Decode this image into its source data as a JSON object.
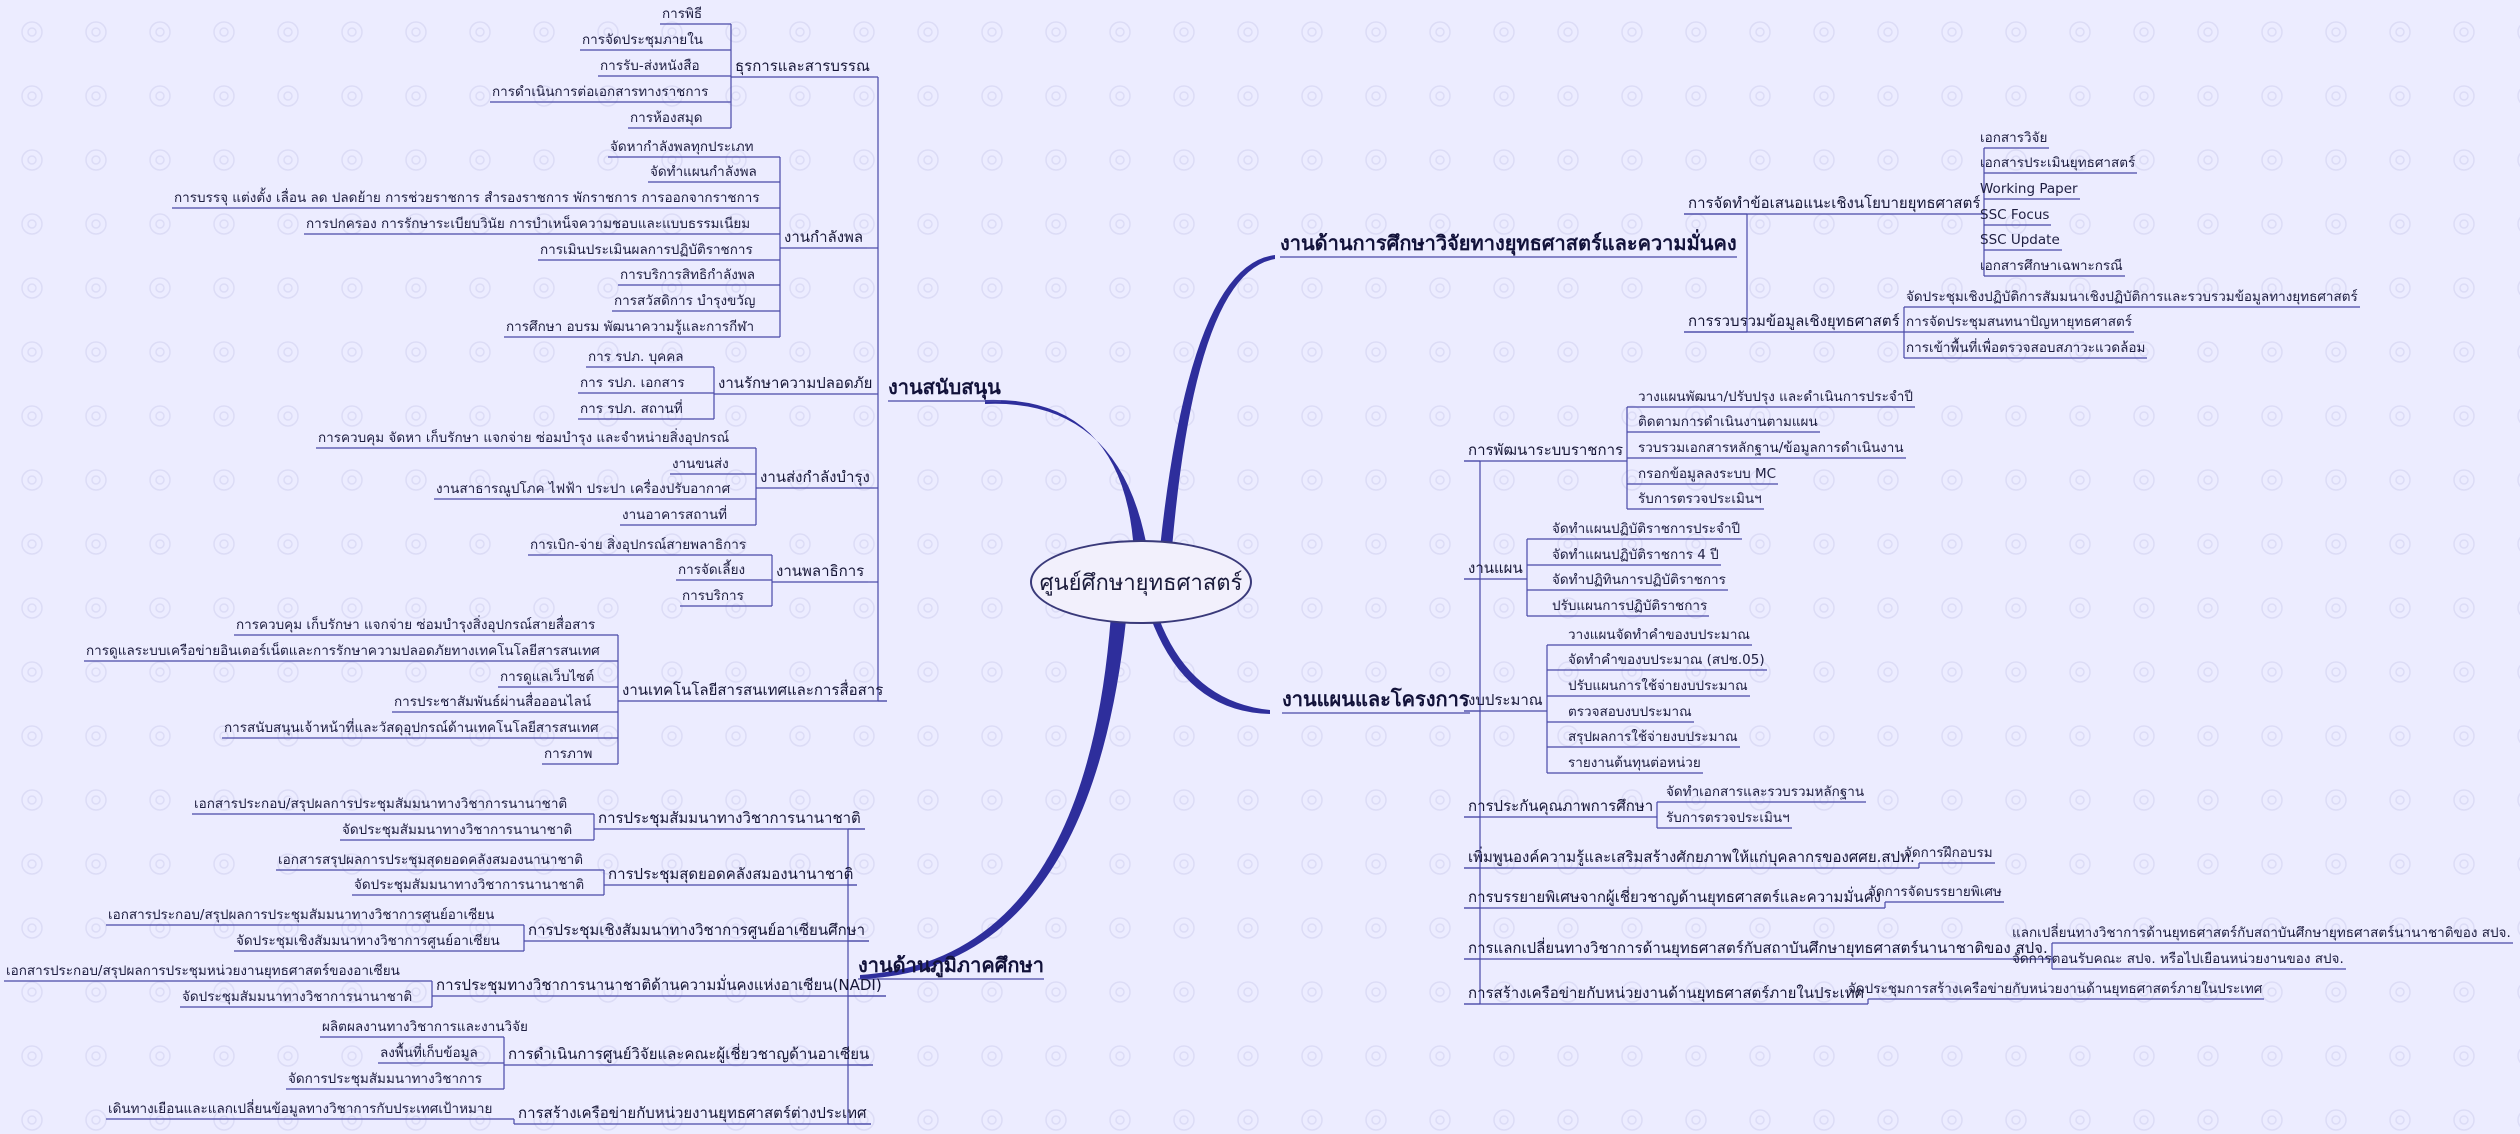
{
  "colors": {
    "background": "#ececff",
    "branch": "#2e2e9c",
    "line": "#4a4aa8"
  },
  "center": "ศูนย์ศึกษายุทธศาสตร์",
  "branches": {
    "support": {
      "title": "งานสนับสนุน",
      "admin": {
        "title": "ธุรการและสารบรรณ",
        "items": [
          "การพิธี",
          "การจัดประชุมภายใน",
          "การรับ-ส่งหนังสือ",
          "การดำเนินการต่อเอกสารทางราชการ",
          "การห้องสมุด"
        ]
      },
      "personnel": {
        "title": "งานกำลังพล",
        "items": [
          "จัดหากำลังพลทุกประเภท",
          "จัดทำแผนกำลังพล",
          "การบรรจุ แต่งตั้ง เลื่อน ลด ปลดย้าย การช่วยราชการ สำรองราชการ พักราชการ การออกจากราชการ",
          "การปกครอง การรักษาระเบียบวินัย การบำเหน็จความชอบและแบบธรรมเนียม",
          "การเมินประเมินผลการปฏิบัติราชการ",
          "การบริการสิทธิกำลังพล",
          "การสวัสดิการ บำรุงขวัญ",
          "การศึกษา อบรม พัฒนาความรู้และการกีฬา"
        ]
      },
      "security": {
        "title": "งานรักษาความปลอดภัย",
        "items": [
          "การ รปภ. บุคคล",
          "การ รปภ. เอกสาร",
          "การ รปภ. สถานที่"
        ]
      },
      "logistics": {
        "title": "งานส่งกำลังบำรุง",
        "items": [
          "การควบคุม จัดหา เก็บรักษา แจกจ่าย ซ่อมบำรุง และจำหน่ายสิ่งอุปกรณ์",
          "งานขนส่ง",
          "งานสาธารณูปโภค ไฟฟ้า ประปา เครื่องปรับอากาศ",
          "งานอาคารสถานที่"
        ]
      },
      "ceremony": {
        "title": "งานพลาธิการ",
        "items": [
          "การเบิก-จ่าย สิ่งอุปกรณ์สายพลาธิการ",
          "การจัดเลี้ยง",
          "การบริการ"
        ]
      },
      "it": {
        "title": "งานเทคโนโลยีสารสนเทศและการสื่อสาร",
        "items": [
          "การควบคุม เก็บรักษา แจกจ่าย ซ่อมบำรุงสิ่งอุปกรณ์สายสื่อสาร",
          "การดูแลระบบเครือข่ายอินเตอร์เน็ตและการรักษาความปลอดภัยทางเทคโนโลยีสารสนเทศ",
          "การดูแลเว็บไซต์",
          "การประชาสัมพันธ์ผ่านสื่อออนไลน์",
          "การสนับสนุนเจ้าหน้าที่และวัสดุอุปกรณ์ด้านเทคโนโลยีสารสนเทศ",
          "การภาพ"
        ]
      }
    },
    "regional": {
      "title": "งานด้านภูมิภาคศึกษา",
      "g1": {
        "title": "การประชุมสัมมนาทางวิชาการนานาชาติ",
        "items": [
          "เอกสารประกอบ/สรุปผลการประชุมสัมมนาทางวิชาการนานาชาติ",
          "จัดประชุมสัมมนาทางวิชาการนานาชาติ"
        ]
      },
      "g2": {
        "title": "การประชุมสุดยอดคลังสมองนานาชาติ",
        "items": [
          "เอกสารสรุปผลการประชุมสุดยอดคลังสมองนานาชาติ",
          "จัดประชุมสัมมนาทางวิชาการนานาชาติ"
        ]
      },
      "g3": {
        "title": "การประชุมเชิงสัมมนาทางวิชาการศูนย์อาเซียนศึกษา",
        "items": [
          "เอกสารประกอบ/สรุปผลการประชุมสัมมนาทางวิชาการศูนย์อาเซียน",
          "จัดประชุมเชิงสัมมนาทางวิชาการศูนย์อาเซียน"
        ]
      },
      "g4": {
        "title": "การประชุมทางวิชาการนานาชาติด้านความมั่นคงแห่งอาเซียน(NADI)",
        "items": [
          "เอกสารประกอบ/สรุปผลการประชุมหน่วยงานยุทธศาสตร์ของอาเซียน",
          "จัดประชุมสัมมนาทางวิชาการนานาชาติ"
        ]
      },
      "g5": {
        "title": "การดำเนินการศูนย์วิจัยและคณะผู้เชี่ยวชาญด้านอาเซียน",
        "items": [
          "ผลิตผลงานทางวิชาการและงานวิจัย",
          "ลงพื้นที่เก็บข้อมูล",
          "จัดการประชุมสัมมนาทางวิชาการ"
        ]
      },
      "g6": {
        "title": "การสร้างเครือข่ายกับหน่วยงานยุทธศาสตร์ต่างประเทศ",
        "items": [
          "เดินทางเยือนและแลกเปลี่ยนข้อมูลทางวิชาการกับประเทศเป้าหมาย"
        ]
      }
    },
    "research": {
      "title": "งานด้านการศึกษาวิจัยทางยุทธศาสตร์และความมั่นคง",
      "policy": {
        "title": "การจัดทำข้อเสนอแนะเชิงนโยบายยุทธศาสตร์",
        "items": [
          "เอกสารวิจัย",
          "เอกสารประเมินยุทธศาสตร์",
          "Working Paper",
          "SSC Focus",
          "SSC Update",
          "เอกสารศึกษาเฉพาะกรณี"
        ]
      },
      "data": {
        "title": "การรวบรวมข้อมูลเชิงยุทธศาสตร์",
        "items": [
          "จัดประชุมเชิงปฏิบัติการสัมมนาเชิงปฏิบัติการและรวบรวมข้อมูลทางยุทธศาสตร์",
          "การจัดประชุมสนทนาปัญหายุทธศาสตร์",
          "การเข้าพื้นที่เพื่อตรวจสอบสภาวะแวดล้อม"
        ]
      }
    },
    "plans": {
      "title": "งานแผนและโครงการ",
      "system": {
        "title": "การพัฒนาระบบราชการ",
        "items": [
          "วางแผนพัฒนา/ปรับปรุง และดำเนินการประจำปี",
          "ติดตามการดำเนินงานตามแผน",
          "รวบรวมเอกสารหลักฐาน/ข้อมูลการดำเนินงาน",
          "กรอกข้อมูลลงระบบ MC",
          "รับการตรวจประเมินฯ"
        ]
      },
      "plan": {
        "title": "งานแผน",
        "items": [
          "จัดทำแผนปฏิบัติราชการประจำปี",
          "จัดทำแผนปฏิบัติราชการ 4 ปี",
          "จัดทำปฏิทินการปฏิบัติราชการ",
          "ปรับแผนการปฏิบัติราชการ"
        ]
      },
      "budget": {
        "title": "งบประมาณ",
        "items": [
          "วางแผนจัดทำคำของบประมาณ",
          "จัดทำคำของบประมาณ (สปช.05)",
          "ปรับแผนการใช้จ่ายงบประมาณ",
          "ตรวจสอบงบประมาณ",
          "สรุปผลการใช้จ่ายงบประมาณ",
          "รายงานต้นทุนต่อหน่วย"
        ]
      },
      "qa": {
        "title": "การประกันคุณภาพการศึกษา",
        "items": [
          "จัดทำเอกสารและรวบรวมหลักฐาน",
          "รับการตรวจประเมินฯ"
        ]
      },
      "training": {
        "title": "เพิ่มพูนองค์ความรู้และเสริมสร้างศักยภาพให้แก่บุคลากรของศศย.สปท.",
        "items": [
          "จัดการฝึกอบรม"
        ]
      },
      "lecture": {
        "title": "การบรรยายพิเศษจากผู้เชี่ยวชาญด้านยุทธศาสตร์และความมั่นคง",
        "items": [
          "จัดการจัดบรรยายพิเศษ"
        ]
      },
      "exchange": {
        "title": "การแลกเปลี่ยนทางวิชาการด้านยุทธศาสตร์กับสถาบันศึกษายุทธศาสตร์นานาชาติของ สปจ.",
        "items": [
          "แลกเปลี่ยนทางวิชาการด้านยุทธศาสตร์กับสถาบันศึกษายุทธศาสตร์นานาชาติของ สปจ.",
          "จัดการตอนรับคณะ สปจ. หรือไปเยือนหน่วยงานของ สปจ."
        ]
      },
      "network": {
        "title": "การสร้างเครือข่ายกับหน่วยงานด้านยุทธศาสตร์ภายในประเทศ",
        "items": [
          "จัดประชุมการสร้างเครือข่ายกับหน่วยงานด้านยุทธศาสตร์ภายในประเทศ"
        ]
      }
    }
  }
}
